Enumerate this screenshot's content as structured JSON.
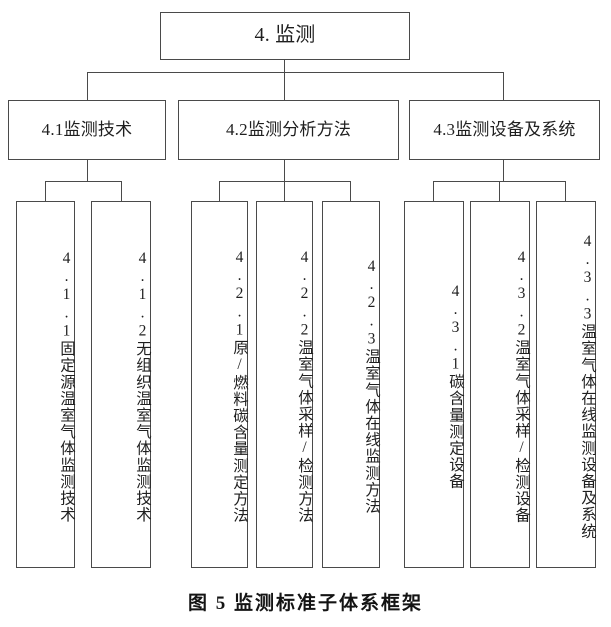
{
  "figure": {
    "caption": "图 5 监测标准子体系框架",
    "root": {
      "id": "4",
      "label": "4. 监测"
    },
    "level2": [
      {
        "id": "4.1",
        "label": "4.1监测技术"
      },
      {
        "id": "4.2",
        "label": "4.2监测分析方法"
      },
      {
        "id": "4.3",
        "label": "4.3监测设备及系统"
      }
    ],
    "level3": [
      {
        "id": "4.1.1",
        "label": "4.1.1固定源温室气体监测技术",
        "parent": "4.1"
      },
      {
        "id": "4.1.2",
        "label": "4.1.2无组织温室气体监测技术",
        "parent": "4.1"
      },
      {
        "id": "4.2.1",
        "label": "4.2.1原/燃料碳含量测定方法",
        "parent": "4.2"
      },
      {
        "id": "4.2.2",
        "label": "4.2.2温室气体采样/检测方法",
        "parent": "4.2"
      },
      {
        "id": "4.2.3",
        "label": "4.2.3温室气体在线监测方法",
        "parent": "4.2"
      },
      {
        "id": "4.3.1",
        "label": "4.3.1碳含量测定设备",
        "parent": "4.3"
      },
      {
        "id": "4.3.2",
        "label": "4.3.2温室气体采样/检测设备",
        "parent": "4.3"
      },
      {
        "id": "4.3.3",
        "label": "4.3.3温室气体在线监测设备及系统",
        "parent": "4.3"
      }
    ],
    "colors": {
      "border": "#4a4a4a",
      "text": "#1f1f1f",
      "background": "#ffffff"
    }
  }
}
